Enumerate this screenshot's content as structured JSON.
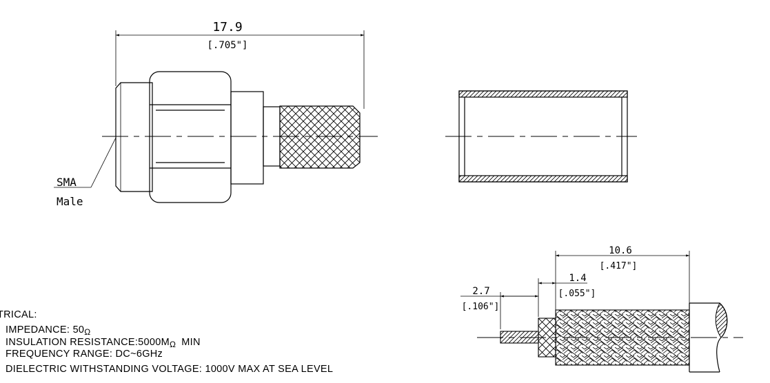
{
  "connector_view": {
    "overall_length": "17.9",
    "overall_length_in": "[.705\"]",
    "callout_line1": "SMA",
    "callout_line2": "Male"
  },
  "ferrule_view": {},
  "cable_prep": {
    "braid_length": "10.6",
    "braid_length_in": "[.417\"]",
    "jacket_strip": "1.4",
    "jacket_strip_in": "[.055\"]",
    "center_length": "2.7",
    "center_length_in": "[.106\"]"
  },
  "specs": {
    "heading": "TRICAL:",
    "impedance": "IMPEDANCE: 50",
    "impedance_unit": "Ω",
    "insulation": "INSULATION RESISTANCE:5000M",
    "insulation_unit": "Ω",
    "insulation_suffix": "MIN",
    "frequency": "FREQUENCY RANGE: DC~6GHz",
    "voltage": "DIELECTRIC WITHSTANDING VOLTAGE: 1000V MAX AT SEA LEVEL"
  }
}
